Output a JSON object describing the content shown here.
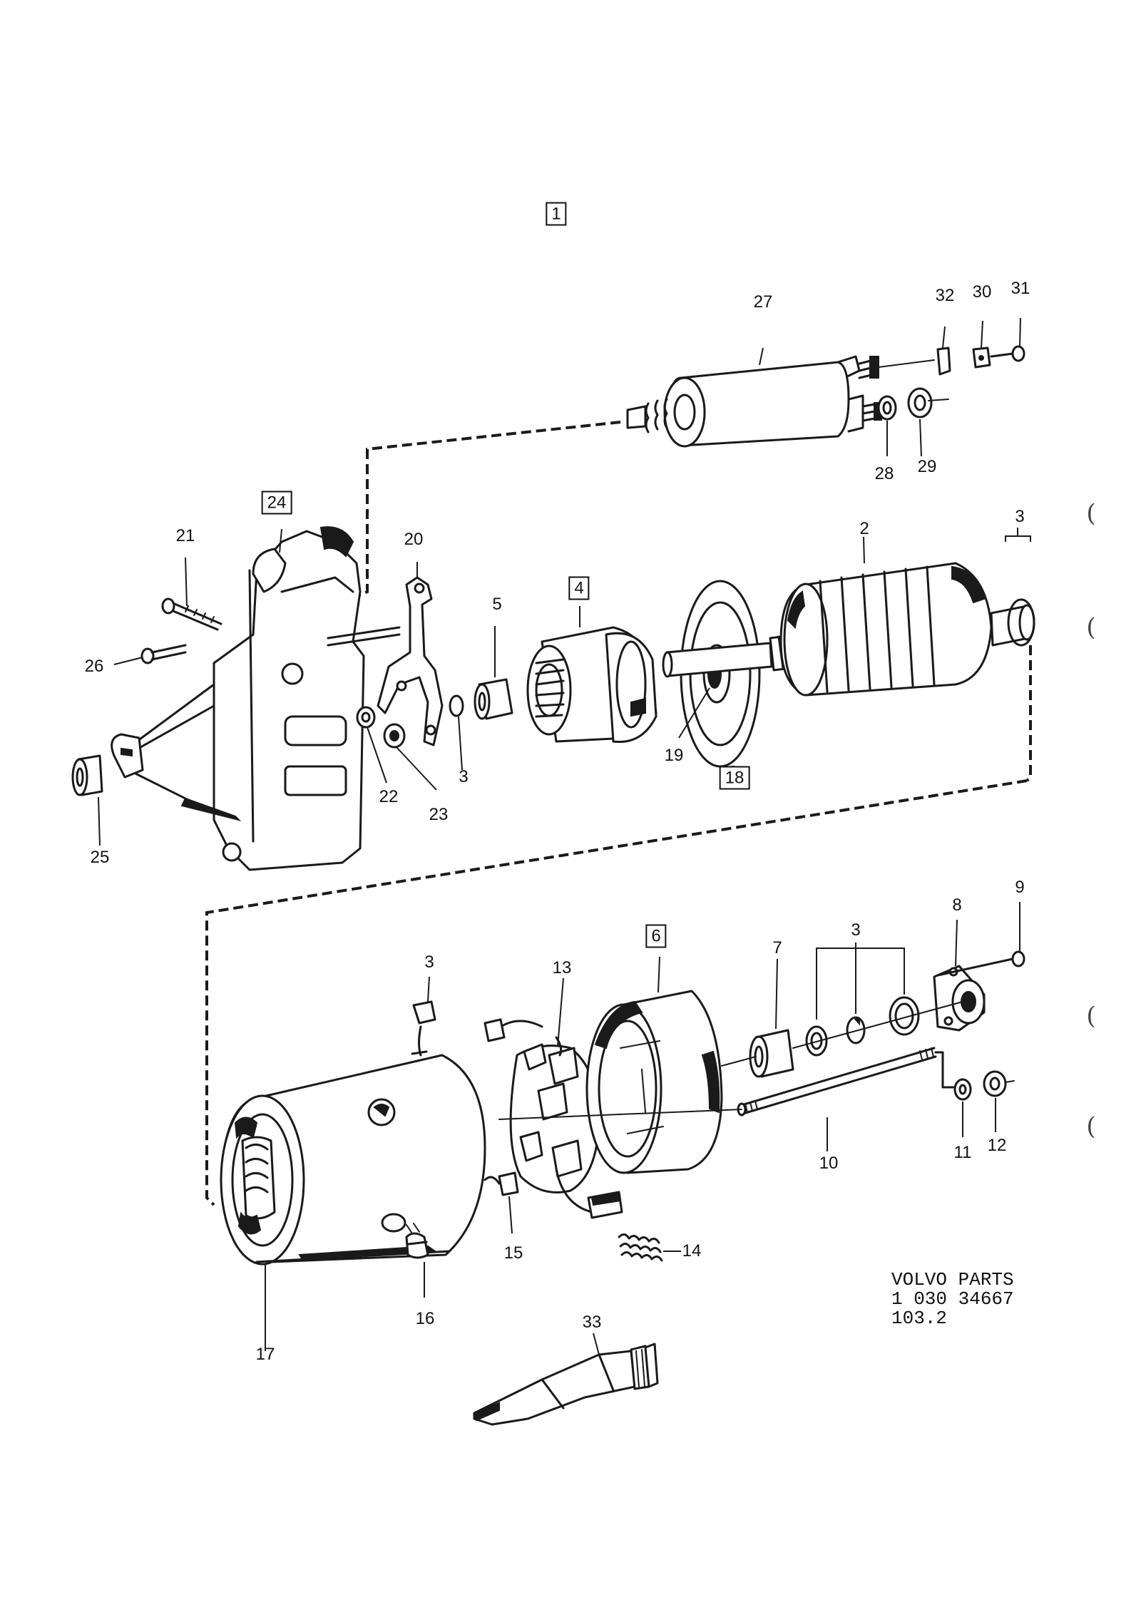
{
  "diagram": {
    "group_label": "1",
    "callouts": {
      "c1": "1",
      "c2": "2",
      "c3a": "3",
      "c3b": "3",
      "c3c": "3",
      "c3d": "3",
      "c4": "4",
      "c5": "5",
      "c6": "6",
      "c7": "7",
      "c8": "8",
      "c9": "9",
      "c10": "10",
      "c11": "11",
      "c12": "12",
      "c13": "13",
      "c14": "14",
      "c15": "15",
      "c16": "16",
      "c17": "17",
      "c18": "18",
      "c19": "19",
      "c20": "20",
      "c21": "21",
      "c22": "22",
      "c23": "23",
      "c24": "24",
      "c25": "25",
      "c26": "26",
      "c27": "27",
      "c28": "28",
      "c29": "29",
      "c30": "30",
      "c31": "31",
      "c32": "32",
      "c33": "33"
    },
    "boxed_callouts": [
      "1",
      "4",
      "6",
      "18",
      "24"
    ],
    "margin_marks": [
      "(",
      "(",
      "(",
      "("
    ]
  },
  "footer": {
    "line1": "VOLVO PARTS",
    "line2": "1 030 34667",
    "line3": "103.2"
  },
  "colors": {
    "ink": "#1a1a1a",
    "paper": "#ffffff"
  }
}
